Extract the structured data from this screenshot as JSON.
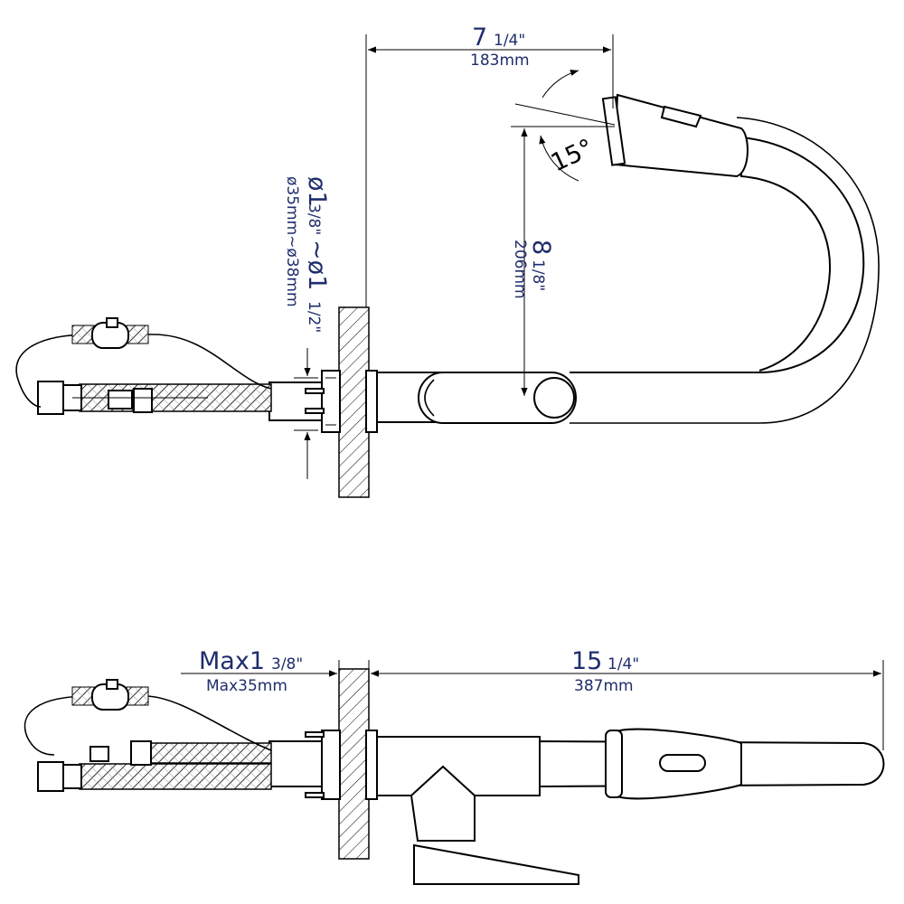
{
  "top_view": {
    "width_dimension": {
      "main": "7",
      "fraction": "1/4\"",
      "metric": "183mm"
    },
    "height_dimension": {
      "main": "8",
      "fraction": "1/8\"",
      "metric": "206mm"
    },
    "angle_dimension": {
      "label": "15°"
    },
    "hole_dimension": {
      "main": "ø1",
      "fraction1": "3/8\"",
      "sep": "~ø1",
      "fraction2": "1/2\"",
      "metric": "ø35mm~ø38mm"
    }
  },
  "bottom_view": {
    "thickness_dimension": {
      "main": "Max1",
      "fraction": "3/8\"",
      "metric": "Max35mm"
    },
    "length_dimension": {
      "main": "15",
      "fraction": "1/4\"",
      "metric": "387mm"
    }
  }
}
